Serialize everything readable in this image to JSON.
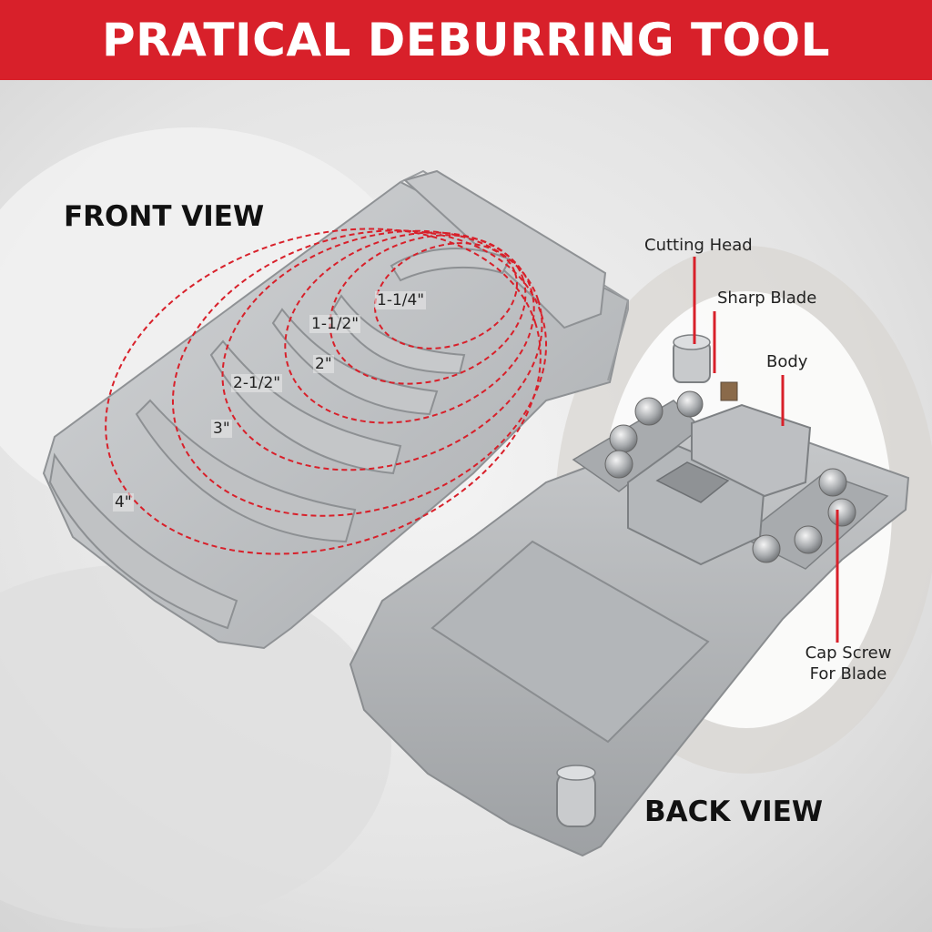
{
  "banner": {
    "title": "PRATICAL DEBURRING TOOL",
    "color": "#d8202a"
  },
  "views": {
    "front": "FRONT VIEW",
    "back": "BACK VIEW"
  },
  "pipe_sizes": [
    "1-1/4\"",
    "1-1/2\"",
    "2\"",
    "2-1/2\"",
    "3\"",
    "4\""
  ],
  "callouts": {
    "cutting_head": "Cutting Head",
    "sharp_blade": "Sharp Blade",
    "body": "Body",
    "cap_screw_line1": "Cap Screw",
    "cap_screw_line2": "For Blade"
  },
  "colors": {
    "callout_line": "#d8202a",
    "dashed_circle": "#d8202a",
    "metal": "#b9bcbf"
  }
}
